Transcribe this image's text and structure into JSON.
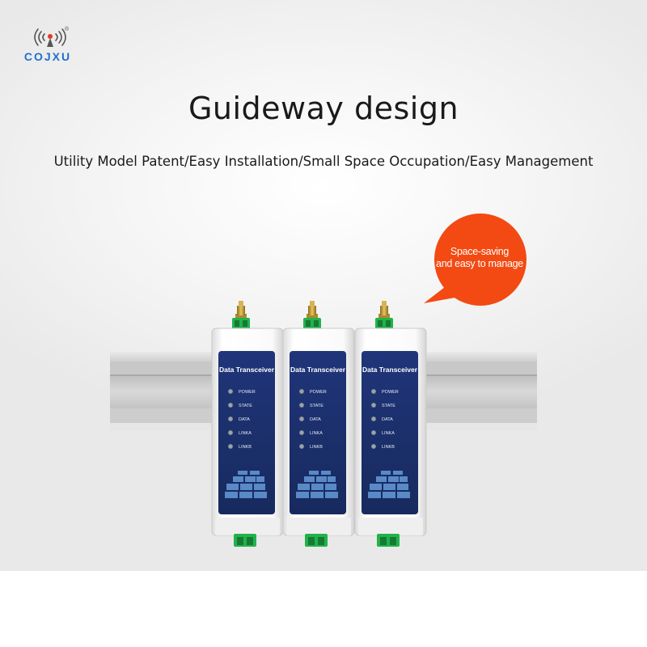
{
  "brand": {
    "name": "COJXU",
    "registered": "®"
  },
  "headline": "Guideway design",
  "subheadline": "Utility Model Patent/Easy Installation/Small Space Occupation/Easy Management",
  "callout": {
    "line1": "Space-saving",
    "line2": "and easy to manage",
    "color": "#f24a12"
  },
  "devices": [
    {
      "label": "Data Transceiver",
      "indicators": [
        "POWER",
        "STATE",
        "DATA",
        "LINKA",
        "LINKB"
      ]
    },
    {
      "label": "Data Transceiver",
      "indicators": [
        "POWER",
        "STATE",
        "DATA",
        "LINKA",
        "LINKB"
      ]
    },
    {
      "label": "Data Transceiver",
      "indicators": [
        "POWER",
        "STATE",
        "DATA",
        "LINKA",
        "LINKB"
      ]
    }
  ],
  "colors": {
    "brand_blue": "#1f6fd0",
    "panel_navy": "#1d2f6b",
    "terminal_green": "#22b24c",
    "antenna_gold": "#c8a13a"
  }
}
